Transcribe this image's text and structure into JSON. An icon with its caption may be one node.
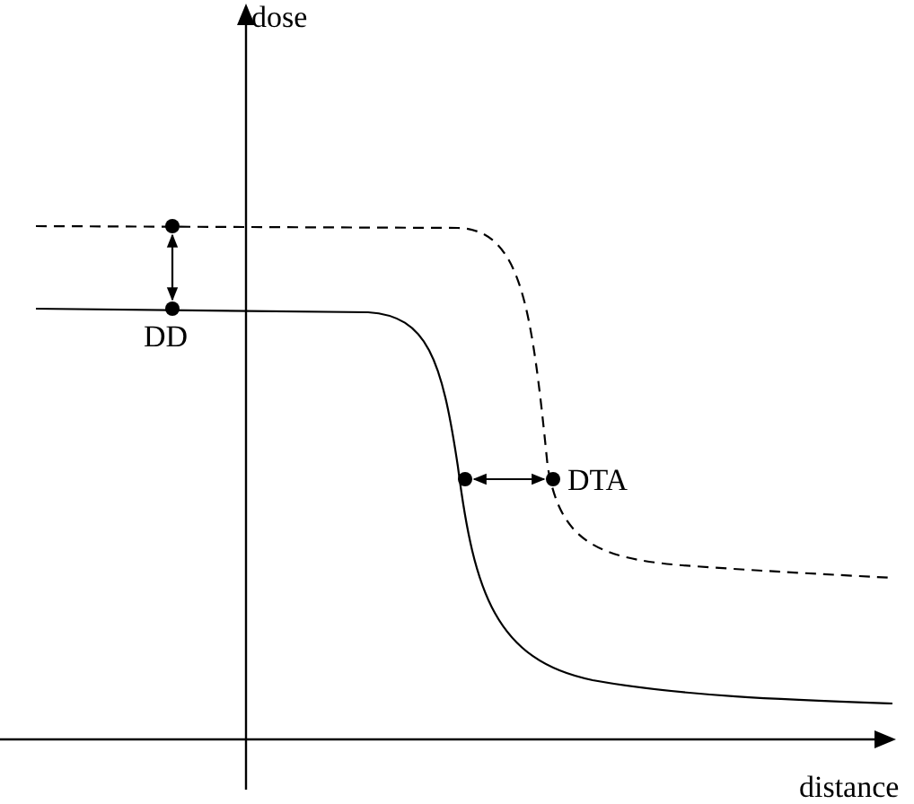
{
  "diagram": {
    "nodes": [
      {
        "text": [],
        "shape": "circle"
      },
      {
        "text": [],
        "shape": "circle",
        "beside": [
          "DD"
        ]
      },
      {
        "text": [],
        "shape": "circle"
      },
      {
        "text": [],
        "shape": "circle",
        "beside": [
          "DTA"
        ]
      }
    ],
    "edges": [
      {
        "from": 0,
        "to": 1,
        "arrow": "both"
      },
      {
        "from": 2,
        "to": 3,
        "arrow": "both"
      }
    ],
    "labels": [
      "dose",
      "distance"
    ]
  }
}
